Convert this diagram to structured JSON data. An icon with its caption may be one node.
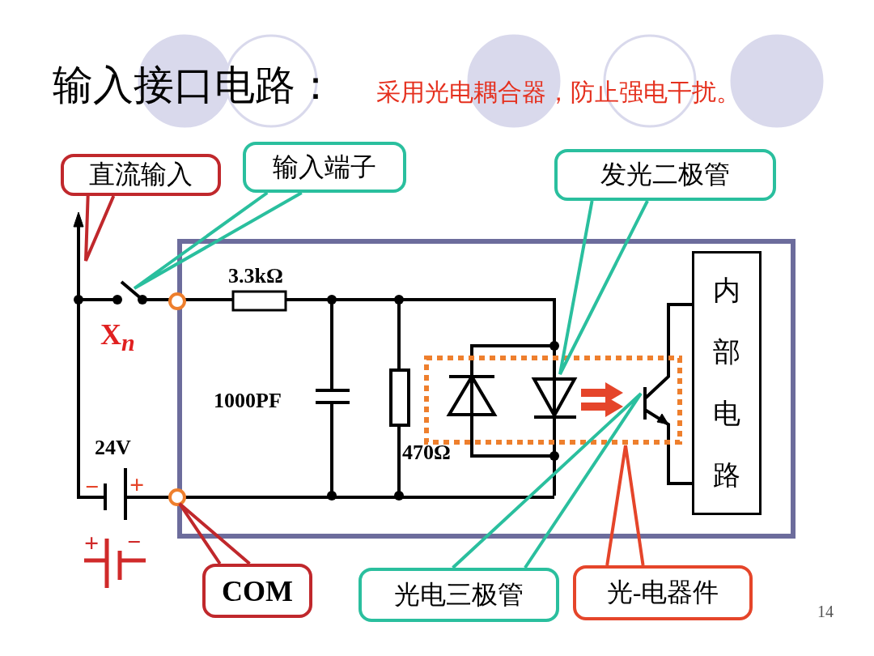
{
  "diagram": {
    "title": "输入接口电路：",
    "nodes": [
      {
        "text": [
          "直流输入"
        ]
      },
      {
        "text": [
          "输入端子"
        ]
      },
      {
        "text": [
          "发光二极管"
        ]
      },
      {
        "text": [
          "内部电路"
        ]
      },
      {
        "text": [
          "COM"
        ]
      },
      {
        "text": [
          "光电三极管"
        ]
      },
      {
        "text": [
          "光-电器件"
        ]
      }
    ],
    "edges": [
      {
        "from": 0,
        "to": null,
        "arrow": "none",
        "color": "#c0282c"
      },
      {
        "from": 1,
        "to": null,
        "arrow": "none"
      },
      {
        "from": 2,
        "to": null,
        "arrow": "none"
      },
      {
        "from": 4,
        "to": null,
        "arrow": "none",
        "color": "#c0282c"
      },
      {
        "from": 5,
        "to": null,
        "arrow": "none"
      },
      {
        "from": 6,
        "to": null,
        "arrow": "none",
        "color": "#e5452a"
      }
    ],
    "labels": [
      "采用光电耦合器，防止强电干扰。",
      "3.3kΩ",
      "X$_{n}$",
      "1000PF",
      "24V",
      "470Ω",
      "−",
      "+",
      "+",
      "−",
      "14"
    ]
  }
}
